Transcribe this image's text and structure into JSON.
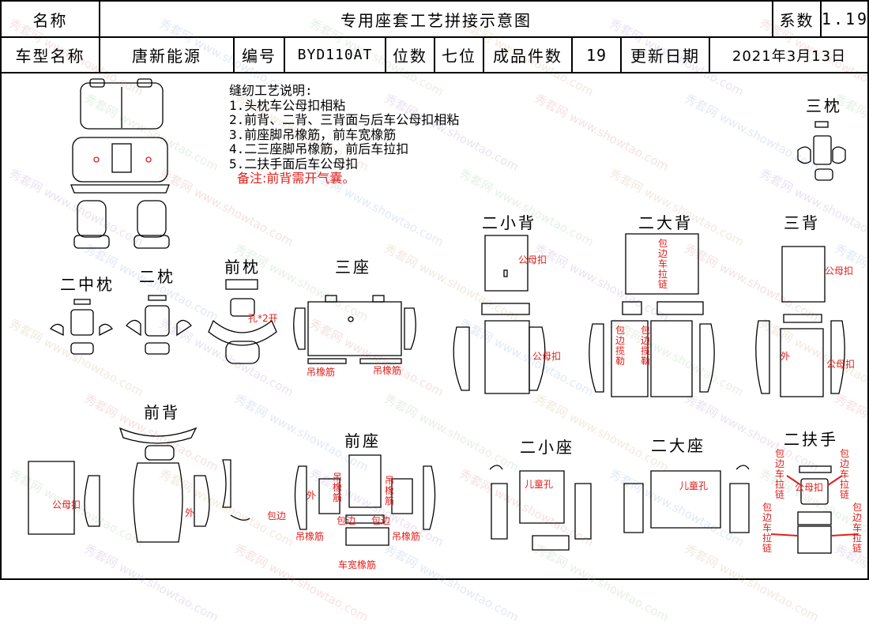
{
  "header": {
    "name_label": "名称",
    "title": "专用座套工艺拼接示意图",
    "coef_label": "系数",
    "coef_value": "1.19",
    "model_label": "车型名称",
    "model_value": "唐新能源",
    "code_label": "编号",
    "code_value": "BYD110AT",
    "seats_label": "位数",
    "seats_value": "七位",
    "pieces_label": "成品件数",
    "pieces_value": "19",
    "date_label": "更新日期",
    "date_value": "2021年3月13日"
  },
  "notes": {
    "title": "缝纫工艺说明:",
    "items": [
      "1.头枕车公母扣相粘",
      "2.前背、二背、三背面与后车公母扣相粘",
      "3.前座脚吊橡筋，前车宽橡筋",
      "4.二三座脚吊橡筋，前后车拉扣",
      "5.二扶手面后车公母扣"
    ],
    "remark": "备注:前背需开气囊。"
  },
  "parts": {
    "san_zhen": "三枕",
    "er_zhong_zhen": "二中枕",
    "er_zhen": "二枕",
    "qian_zhen": "前枕",
    "san_zuo": "三座",
    "er_xiao_bei": "二小背",
    "er_da_bei": "二大背",
    "san_bei": "三背",
    "qian_bei": "前背",
    "qian_zuo": "前座",
    "er_xiao_zuo": "二小座",
    "er_da_zuo": "二大座",
    "er_fu_shou": "二扶手"
  },
  "annotations": {
    "gong_mu_kou": "公母扣",
    "diao_xiang_jin": "吊橡筋",
    "kong_2_kai": "孔*2开",
    "er_tong_kong": "儿童孔",
    "wai": "外",
    "bao_bian": "包边",
    "bao_bian_che_la_lian": "包边车拉链",
    "che_kuan_xiang_jin": "车宽橡筋",
    "bao_bian_lan_le": "包边揽勒"
  },
  "watermark": {
    "text": "秀套网 www.showtao.com"
  },
  "colors": {
    "line": "#000000",
    "annotation": "#e0201c"
  }
}
